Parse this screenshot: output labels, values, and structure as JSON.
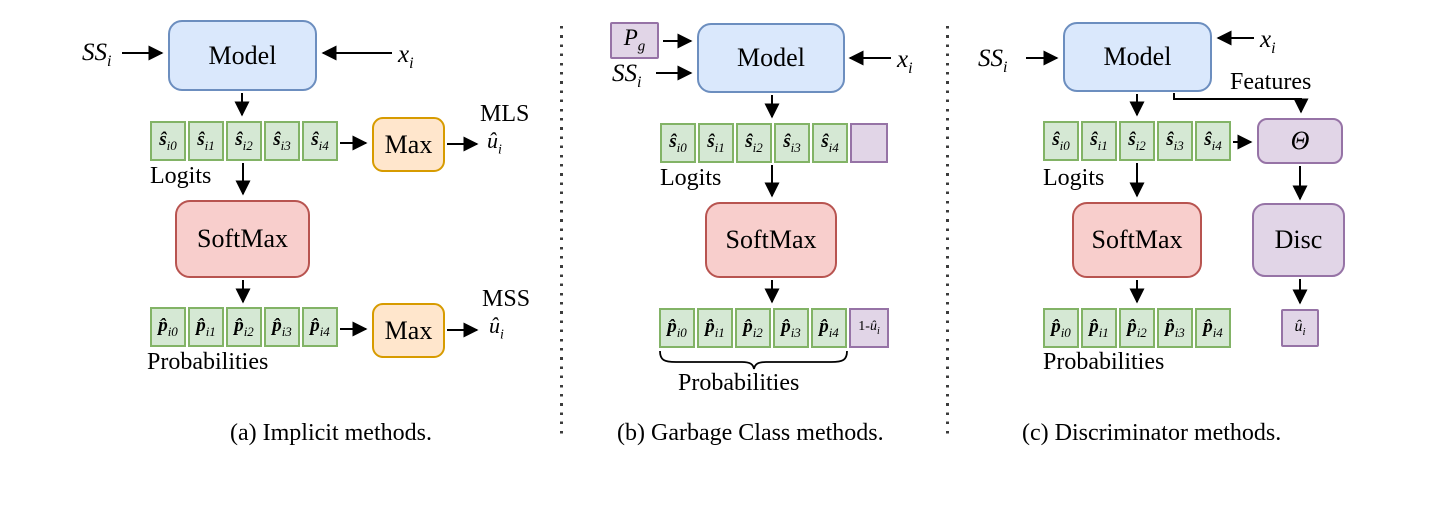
{
  "colors": {
    "blue_fill": "#dae8fc",
    "blue_stroke": "#6c8ebf",
    "green_fill": "#d5e8d4",
    "green_stroke": "#82b366",
    "red_fill": "#f8cecc",
    "red_stroke": "#b85450",
    "orange_fill": "#ffe6cc",
    "orange_stroke": "#d79b00",
    "purple_fill": "#e1d5e7",
    "purple_stroke": "#9673a6",
    "line": "#000000"
  },
  "panel_a": {
    "caption": "(a) Implicit methods.",
    "input_ss": {
      "base": "SS",
      "sub": "i"
    },
    "input_x": {
      "base": "x",
      "sub": "i"
    },
    "model_label": "Model",
    "logits_label": "Logits",
    "softmax_label": "SoftMax",
    "probabilities_label": "Probabilities",
    "max_top_label": "Max",
    "max_bottom_label": "Max",
    "mls_label": "MLS",
    "mls_output": {
      "base": "û",
      "sub": "i"
    },
    "mss_label": "MSS",
    "mss_output": {
      "base": "û",
      "sub": "i"
    },
    "logit_cells": [
      {
        "base": "ŝ",
        "sub": "i0"
      },
      {
        "base": "ŝ",
        "sub": "i1"
      },
      {
        "base": "ŝ",
        "sub": "i2"
      },
      {
        "base": "ŝ",
        "sub": "i3"
      },
      {
        "base": "ŝ",
        "sub": "i4"
      }
    ],
    "prob_cells": [
      {
        "base": "p̂",
        "sub": "i0"
      },
      {
        "base": "p̂",
        "sub": "i1"
      },
      {
        "base": "p̂",
        "sub": "i2"
      },
      {
        "base": "p̂",
        "sub": "i3"
      },
      {
        "base": "p̂",
        "sub": "i4"
      }
    ]
  },
  "panel_b": {
    "caption": "(b) Garbage Class methods.",
    "garbage_prior": {
      "base": "P",
      "sub": "g"
    },
    "input_ss": {
      "base": "SS",
      "sub": "i"
    },
    "input_x": {
      "base": "x",
      "sub": "i"
    },
    "model_label": "Model",
    "logits_label": "Logits",
    "softmax_label": "SoftMax",
    "probabilities_label": "Probabilities",
    "logit_cells": [
      {
        "base": "ŝ",
        "sub": "i0"
      },
      {
        "base": "ŝ",
        "sub": "i1"
      },
      {
        "base": "ŝ",
        "sub": "i2"
      },
      {
        "base": "ŝ",
        "sub": "i3"
      },
      {
        "base": "ŝ",
        "sub": "i4"
      }
    ],
    "prob_cells": [
      {
        "base": "p̂",
        "sub": "i0"
      },
      {
        "base": "p̂",
        "sub": "i1"
      },
      {
        "base": "p̂",
        "sub": "i2"
      },
      {
        "base": "p̂",
        "sub": "i3"
      },
      {
        "base": "p̂",
        "sub": "i4"
      }
    ],
    "prob_extra_cell": {
      "pre": "1-",
      "base": "û",
      "sub": "i"
    }
  },
  "panel_c": {
    "caption": "(c) Discriminator methods.",
    "input_ss": {
      "base": "SS",
      "sub": "i"
    },
    "input_x": {
      "base": "x",
      "sub": "i"
    },
    "model_label": "Model",
    "features_label": "Features",
    "theta_label": "Θ",
    "disc_label": "Disc",
    "logits_label": "Logits",
    "softmax_label": "SoftMax",
    "probabilities_label": "Probabilities",
    "output": {
      "base": "û",
      "sub": "i"
    },
    "logit_cells": [
      {
        "base": "ŝ",
        "sub": "i0"
      },
      {
        "base": "ŝ",
        "sub": "i1"
      },
      {
        "base": "ŝ",
        "sub": "i2"
      },
      {
        "base": "ŝ",
        "sub": "i3"
      },
      {
        "base": "ŝ",
        "sub": "i4"
      }
    ],
    "prob_cells": [
      {
        "base": "p̂",
        "sub": "i0"
      },
      {
        "base": "p̂",
        "sub": "i1"
      },
      {
        "base": "p̂",
        "sub": "i2"
      },
      {
        "base": "p̂",
        "sub": "i3"
      },
      {
        "base": "p̂",
        "sub": "i4"
      }
    ]
  }
}
